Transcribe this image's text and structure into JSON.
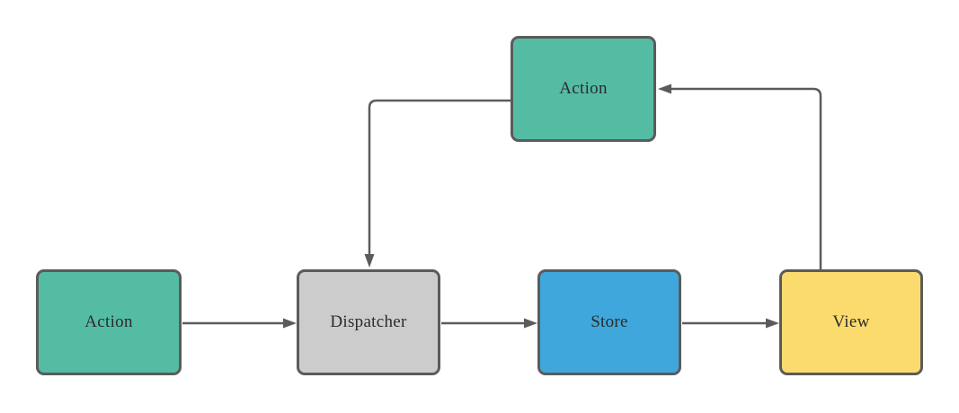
{
  "diagram": {
    "type": "flowchart",
    "description": "Flux-style unidirectional data flow diagram",
    "nodes": [
      {
        "id": "action-top",
        "label": "Action",
        "fill": "#55bca4"
      },
      {
        "id": "action",
        "label": "Action",
        "fill": "#55bca4"
      },
      {
        "id": "dispatcher",
        "label": "Dispatcher",
        "fill": "#cccccc"
      },
      {
        "id": "store",
        "label": "Store",
        "fill": "#3fa7db"
      },
      {
        "id": "view",
        "label": "View",
        "fill": "#fcdb6e"
      }
    ],
    "edges": [
      {
        "from": "action",
        "to": "dispatcher",
        "direction": "right"
      },
      {
        "from": "dispatcher",
        "to": "store",
        "direction": "right"
      },
      {
        "from": "store",
        "to": "view",
        "direction": "right"
      },
      {
        "from": "view",
        "to": "action-top",
        "direction": "up-left"
      },
      {
        "from": "action-top",
        "to": "dispatcher",
        "direction": "left-down"
      }
    ],
    "colors": {
      "line": "#5b5b5b",
      "border": "#5b5b5b",
      "text": "#2b2b2b",
      "background": "#ffffff"
    }
  }
}
